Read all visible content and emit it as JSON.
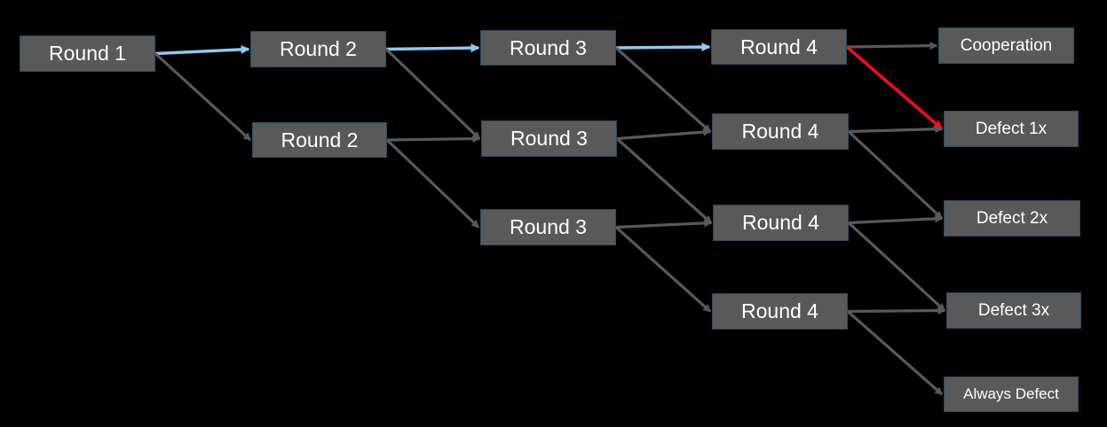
{
  "colors": {
    "background": "#000000",
    "node_fill": "#595959",
    "node_text": "#ffffff",
    "edge_default": "#595959",
    "edge_highlight": "#8fcbeb",
    "edge_alert": "#e8101c"
  },
  "nodes": {
    "r1": {
      "label": "Round 1"
    },
    "r2a": {
      "label": "Round 2"
    },
    "r2b": {
      "label": "Round 2"
    },
    "r3a": {
      "label": "Round 3"
    },
    "r3b": {
      "label": "Round 3"
    },
    "r3c": {
      "label": "Round 3"
    },
    "r4a": {
      "label": "Round 4"
    },
    "r4b": {
      "label": "Round 4"
    },
    "r4c": {
      "label": "Round 4"
    },
    "r4d": {
      "label": "Round 4"
    },
    "coop": {
      "label": "Cooperation"
    },
    "d1": {
      "label": "Defect 1x"
    },
    "d2": {
      "label": "Defect 2x"
    },
    "d3": {
      "label": "Defect 3x"
    },
    "ad": {
      "label": "Always Defect"
    }
  },
  "edges": [
    {
      "from": "r1",
      "to": "r2a",
      "style": "highlight"
    },
    {
      "from": "r1",
      "to": "r2b",
      "style": "default"
    },
    {
      "from": "r2a",
      "to": "r3a",
      "style": "highlight"
    },
    {
      "from": "r2a",
      "to": "r3b",
      "style": "default"
    },
    {
      "from": "r2b",
      "to": "r3b",
      "style": "default"
    },
    {
      "from": "r2b",
      "to": "r3c",
      "style": "default"
    },
    {
      "from": "r3a",
      "to": "r4a",
      "style": "highlight"
    },
    {
      "from": "r3a",
      "to": "r4b",
      "style": "default"
    },
    {
      "from": "r3b",
      "to": "r4b",
      "style": "default"
    },
    {
      "from": "r3b",
      "to": "r4c",
      "style": "default"
    },
    {
      "from": "r3c",
      "to": "r4c",
      "style": "default"
    },
    {
      "from": "r3c",
      "to": "r4d",
      "style": "default"
    },
    {
      "from": "r4a",
      "to": "coop",
      "style": "default"
    },
    {
      "from": "r4a",
      "to": "d1",
      "style": "alert"
    },
    {
      "from": "r4b",
      "to": "d1",
      "style": "default"
    },
    {
      "from": "r4b",
      "to": "d2",
      "style": "default"
    },
    {
      "from": "r4c",
      "to": "d2",
      "style": "default"
    },
    {
      "from": "r4c",
      "to": "d3",
      "style": "default"
    },
    {
      "from": "r4d",
      "to": "d3",
      "style": "default"
    },
    {
      "from": "r4d",
      "to": "ad",
      "style": "default"
    }
  ]
}
